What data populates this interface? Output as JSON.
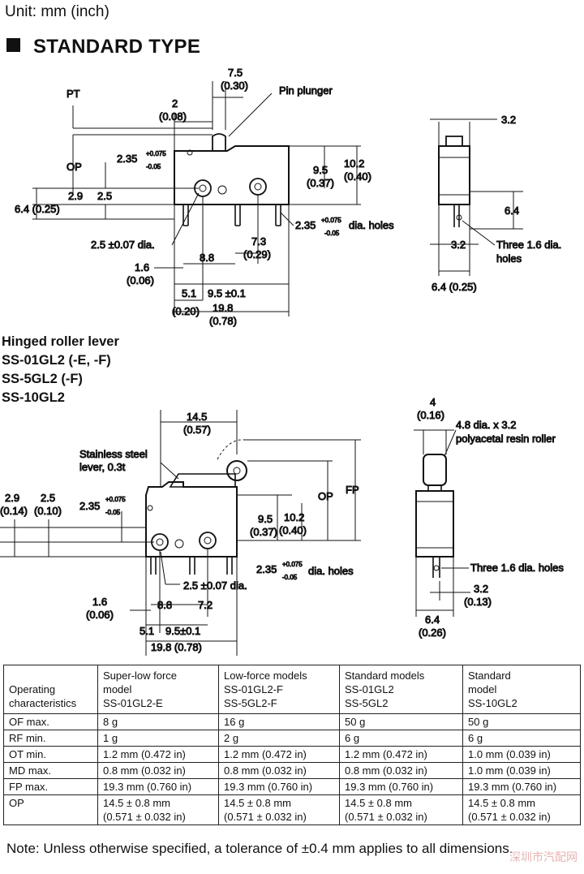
{
  "unit_label": "Unit: mm (inch)",
  "section_title": "STANDARD TYPE",
  "std_front": {
    "pt": "PT",
    "op": "OP",
    "d_7_5": "7.5",
    "d_0_30": "(0.30)",
    "pin_plunger": "Pin plunger",
    "d_2": "2",
    "d_0_08": "(0.08)",
    "d_2_35": "2.35",
    "tol_plus": "+0.075",
    "tol_minus": "-0.05",
    "d_9_5": "9.5",
    "d_0_37": "(0.37)",
    "d_10_2": "10.2",
    "d_0_40": "(0.40)",
    "d_2_9": "2.9",
    "d_2_5": "2.5",
    "d_6_4": "6.4 (0.25)",
    "holes": "dia. holes",
    "d_2_35b": "2.35",
    "hole_dia": "2.5 ±0.07 dia.",
    "d_7_3": "7.3",
    "d_0_29": "(0.29)",
    "d_8_8": "8.8",
    "d_1_6": "1.6",
    "d_0_06": "(0.06)",
    "d_5_1": "5.1",
    "d_9_5b": "9.5 ±0.1",
    "d_0_20": "(0.20)",
    "d_19_8": "19.8",
    "d_0_78": "(0.78)"
  },
  "std_side": {
    "d_3_2": "3.2",
    "d_6_4": "6.4",
    "d_3_2b": "3.2",
    "three_holes_1": "Three 1.6 dia.",
    "three_holes_2": "holes",
    "d_6_4b": "6.4 (0.25)"
  },
  "hinged_title": [
    "Hinged roller lever",
    "SS-01GL2 (-E, -F)",
    "SS-5GL2 (-F)",
    "SS-10GL2"
  ],
  "hinge_front": {
    "d_14_5": "14.5",
    "d_0_57": "(0.57)",
    "stainless_1": "Stainless steel",
    "stainless_2": "lever, 0.3t",
    "d_2_9": "2.9",
    "d_0_14": "(0.14)",
    "d_2_5": "2.5",
    "d_0_10": "(0.10)",
    "d_2_35": "2.35",
    "tol_plus": "+0.075",
    "tol_minus": "-0.05",
    "op": "OP",
    "fp": "FP",
    "d_9_5": "9.5",
    "d_0_37": "(0.37)",
    "d_10_2": "10.2",
    "d_0_40": "(0.40)",
    "d_2_35b": "2.35",
    "holes": "dia. holes",
    "hole_dia": "2.5 ±0.07 dia.",
    "d_1_6": "1.6",
    "d_0_06": "(0.06)",
    "d_8_8": "8.8",
    "d_7_2": "7.2",
    "d_5_1": "5.1",
    "d_9_5b": "9.5±0.1",
    "d_19_8": "19.8 (0.78)"
  },
  "hinge_side": {
    "d_4": "4",
    "d_0_16": "(0.16)",
    "roller_1": "4.8 dia. x 3.2",
    "roller_2": "polyacetal resin roller",
    "three_holes": "Three 1.6 dia. holes",
    "d_3_2": "3.2",
    "d_0_13": "(0.13)",
    "d_6_4": "6.4",
    "d_0_26": "(0.26)"
  },
  "table": {
    "header": [
      [
        "Operating",
        "characteristics"
      ],
      [
        "Super-low force",
        "model",
        "SS-01GL2-E"
      ],
      [
        "Low-force models",
        "SS-01GL2-F",
        "SS-5GL2-F"
      ],
      [
        "Standard models",
        "SS-01GL2",
        "SS-5GL2"
      ],
      [
        "Standard",
        "model",
        "SS-10GL2"
      ]
    ],
    "rows": [
      [
        "OF max.",
        "8 g",
        "16 g",
        "50 g",
        "50 g"
      ],
      [
        "RF min.",
        "1 g",
        "2 g",
        "6 g",
        "6 g"
      ],
      [
        "OT min.",
        "1.2 mm (0.472 in)",
        "1.2 mm (0.472 in)",
        "1.2 mm (0.472 in)",
        "1.0 mm (0.039 in)"
      ],
      [
        "MD max.",
        "0.8 mm (0.032 in)",
        "0.8 mm (0.032 in)",
        "0.8 mm (0.032 in)",
        "1.0 mm (0.039 in)"
      ],
      [
        "FP max.",
        "19.3 mm (0.760 in)",
        "19.3 mm (0.760 in)",
        "19.3 mm (0.760 in)",
        "19.3 mm (0.760 in)"
      ]
    ],
    "op_row": {
      "label": "OP",
      "values": [
        [
          "14.5 ± 0.8 mm",
          "(0.571 ± 0.032 in)"
        ],
        [
          "14.5 ± 0.8 mm",
          "(0.571 ± 0.032 in)"
        ],
        [
          "14.5 ± 0.8 mm",
          "(0.571 ± 0.032 in)"
        ],
        [
          "14.5 ± 0.8 mm",
          "(0.571 ± 0.032 in)"
        ]
      ]
    }
  },
  "note": "Note:  Unless otherwise specified, a tolerance of ±0.4 mm applies to all dimensions.",
  "watermark": "深圳市汽配网"
}
